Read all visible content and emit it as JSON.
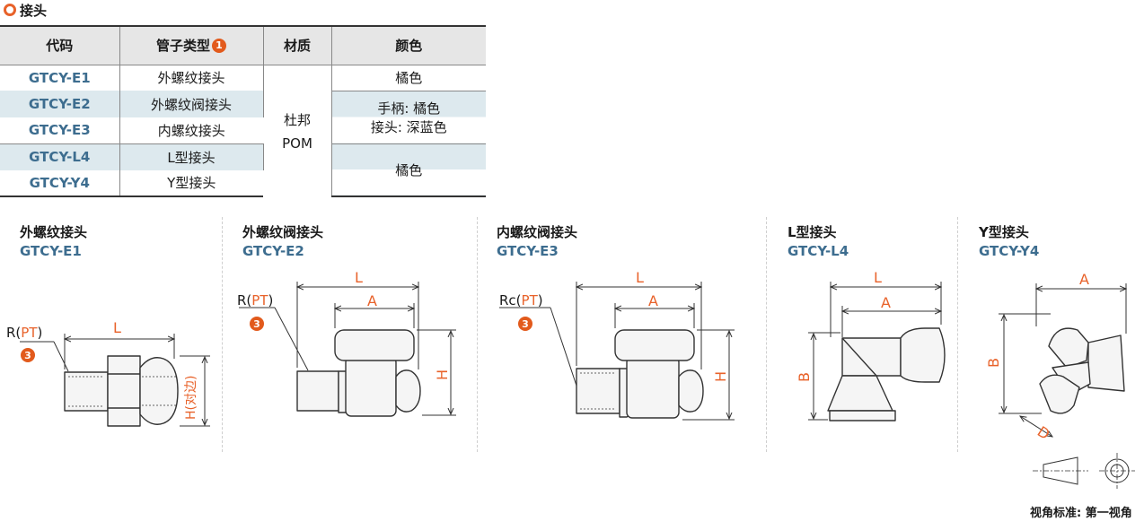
{
  "section": {
    "title": "接头"
  },
  "table": {
    "headers": {
      "code": "代码",
      "type": "管子类型",
      "type_note": "1",
      "material": "材质",
      "color": "颜色"
    },
    "rows": [
      {
        "code": "GTCY-E1",
        "type": "外螺纹接头"
      },
      {
        "code": "GTCY-E2",
        "type": "外螺纹阀接头"
      },
      {
        "code": "GTCY-E3",
        "type": "内螺纹接头"
      },
      {
        "code": "GTCY-L4",
        "type": "L型接头"
      },
      {
        "code": "GTCY-Y4",
        "type": "Y型接头"
      }
    ],
    "material": {
      "line1": "杜邦",
      "line2": "POM"
    },
    "colors": {
      "top": "橘色",
      "valve_line1": "手柄: 橘色",
      "valve_line2": "接头: 深蓝色",
      "bottom": "橘色"
    }
  },
  "figures": [
    {
      "name": "外螺纹接头",
      "code": "GTCY-E1"
    },
    {
      "name": "外螺纹阀接头",
      "code": "GTCY-E2"
    },
    {
      "name": "内螺纹阀接头",
      "code": "GTCY-E3"
    },
    {
      "name": "L型接头",
      "code": "GTCY-L4"
    },
    {
      "name": "Y型接头",
      "code": "GTCY-Y4"
    }
  ],
  "dims": {
    "L": "L",
    "A": "A",
    "H": "H",
    "B": "B",
    "D": "D",
    "H_flat": "H(对边)",
    "r_prefix": "R(",
    "rc_prefix": "Rc(",
    "pt": "PT",
    "close": ")",
    "note": "3"
  },
  "colors": {
    "accent_orange": "#e8622a",
    "code_blue": "#3d6d8f",
    "row_shade": "#dde9ee",
    "header_gray": "#e6e6e6"
  },
  "footer": {
    "standard": "视角标准: 第一视角"
  }
}
